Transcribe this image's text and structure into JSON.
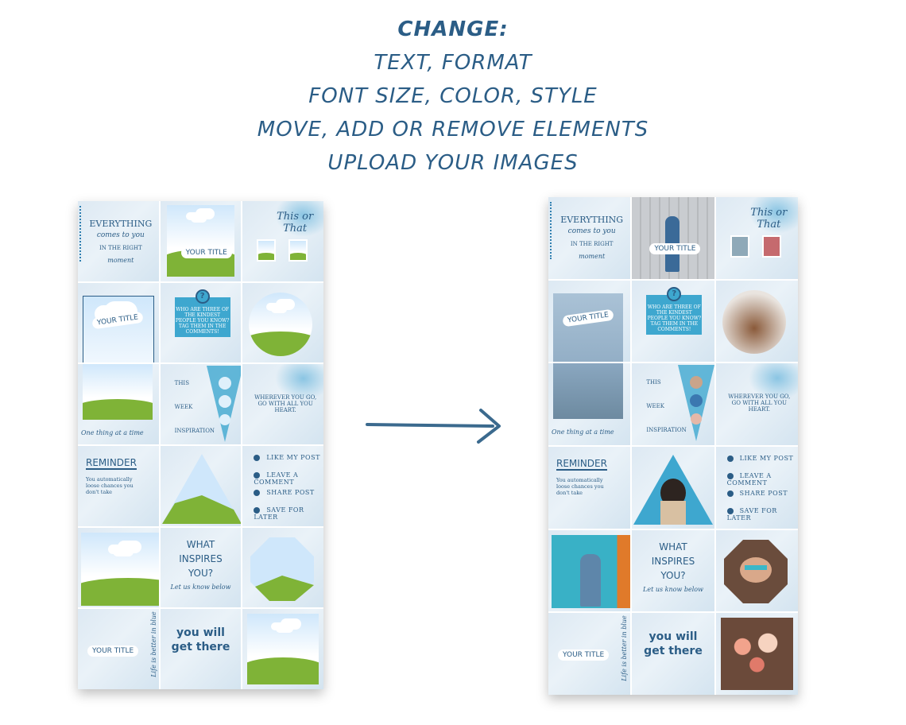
{
  "headline": {
    "line1": "CHANGE:",
    "line2": "TEXT, FORMAT",
    "line3": "FONT SIZE, COLOR, STYLE",
    "line4": "MOVE, ADD OR REMOVE ELEMENTS",
    "line5": "UPLOAD YOUR IMAGES"
  },
  "tiles": {
    "everything_l1": "EVERYTHING",
    "everything_l2": "comes to you",
    "everything_l3": "IN THE RIGHT",
    "everything_l4": "moment",
    "your_title": "YOUR TITLE",
    "this_or_that": "This or That",
    "question": "WHO ARE THREE OF THE KINDEST PEOPLE YOU KNOW? TAG THEM IN THE COMMENTS!",
    "question_mark": "?",
    "this": "THIS",
    "week": "WEEK",
    "inspiration": "INSPIRATION",
    "one_thing": "One thing at a time",
    "wherever": "WHEREVER YOU GO, GO WITH ALL YOU HEART.",
    "reminder": "REMINDER",
    "reminder_body": "You automatically loose chances you don't take",
    "like": "LIKE MY POST",
    "comment": "LEAVE A COMMENT",
    "share": "SHARE POST",
    "save": "SAVE FOR LATER",
    "what_l1": "WHAT",
    "what_l2": "INSPIRES",
    "what_l3": "YOU?",
    "let_us_know": "Let us know below",
    "you_will": "you will",
    "get_there": "get there",
    "life_blue": "Life is better in blue"
  },
  "colors": {
    "accent": "#2b5d86",
    "teal": "#3ea7cf",
    "grass": "#7fb337"
  }
}
